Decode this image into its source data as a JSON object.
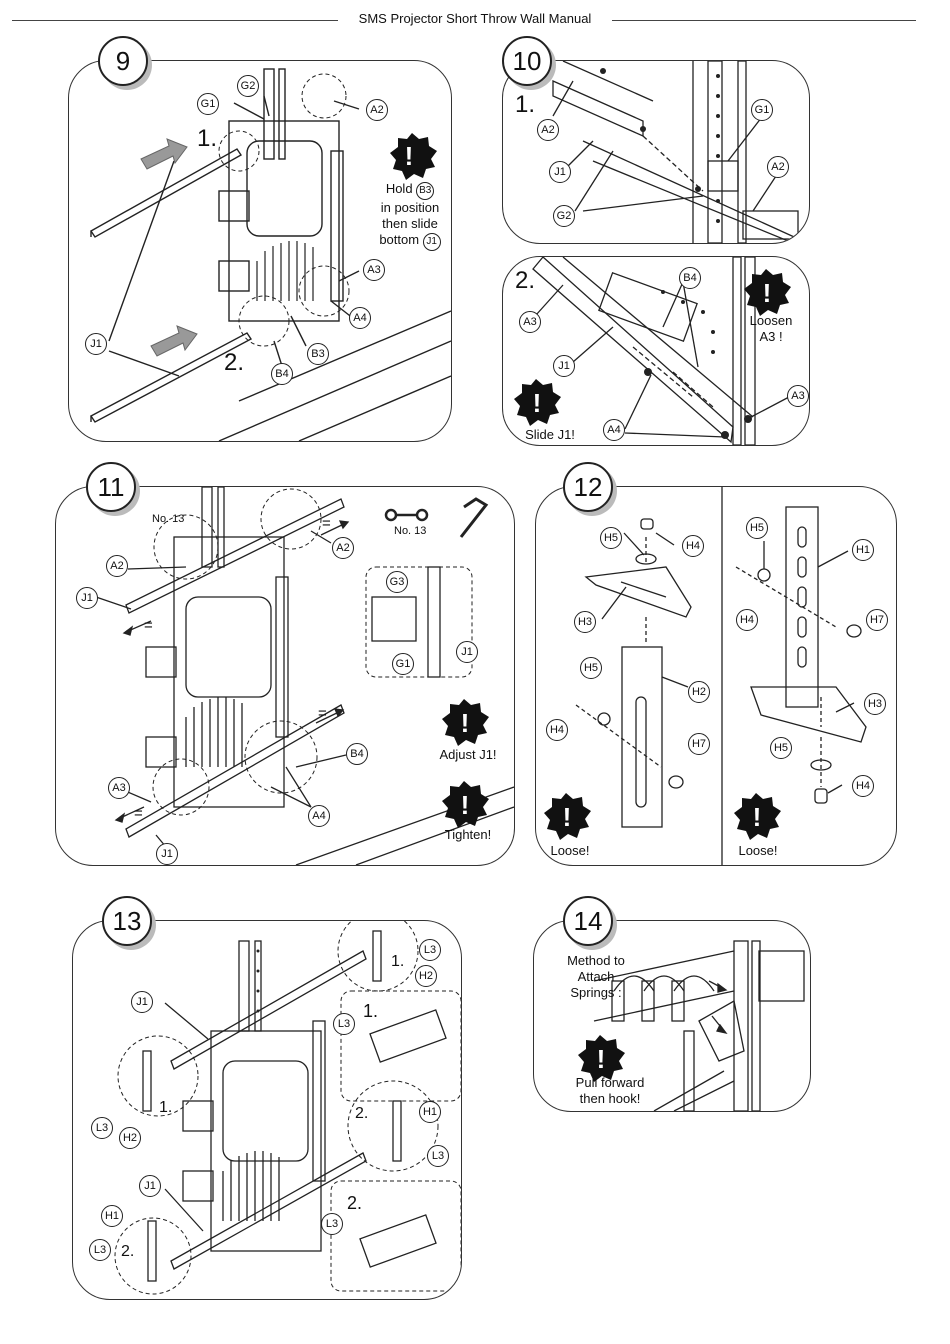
{
  "header": {
    "title": "SMS Projector Short Throw Wall Manual"
  },
  "steps": {
    "s9": {
      "num": "9",
      "sub1": "1.",
      "sub2": "2.",
      "labels": {
        "g1": "G1",
        "g2": "G2",
        "a2": "A2",
        "a3": "A3",
        "a4": "A4",
        "b3": "B3",
        "b4": "B4",
        "j1": "J1"
      },
      "note": {
        "l1": "Hold",
        "b3": "B3",
        "l2": "in position",
        "l3": "then slide",
        "l4": "bottom",
        "j1": "J1"
      }
    },
    "s10": {
      "num": "10",
      "sub1": "1.",
      "sub2": "2.",
      "labels": {
        "a2": "A2",
        "j1": "J1",
        "g2": "G2",
        "g1": "G1",
        "a2b": "A2",
        "a3": "A3",
        "b4": "B4",
        "j1b": "J1",
        "a4": "A4",
        "a3b": "A3"
      },
      "note_loosen": "Loosen\nA3 !",
      "note_slide": "Slide J1!"
    },
    "s11": {
      "num": "11",
      "labels": {
        "no13a": "No. 13",
        "no13b": "No. 13",
        "a2a": "A2",
        "a2b": "A2",
        "j1a": "J1",
        "j1b": "J1",
        "j1c": "J1",
        "g3": "G3",
        "g1": "G1",
        "b4": "B4",
        "a3": "A3",
        "a4": "A4",
        "eq1": "=",
        "eq2": "=",
        "eq3": "=",
        "eq4": "="
      },
      "note_adjust": "Adjust J1!",
      "note_tighten": "Tighten!"
    },
    "s12": {
      "num": "12",
      "labels": {
        "h5a": "H5",
        "h4a": "H4",
        "h3a": "H3",
        "h2": "H2",
        "h5b": "H5",
        "h4b": "H4",
        "h7a": "H7",
        "h5c": "H5",
        "h1": "H1",
        "h4c": "H4",
        "h7b": "H7",
        "h3b": "H3",
        "h5d": "H5",
        "h4d": "H4"
      },
      "note_left": "Loose!",
      "note_right": "Loose!"
    },
    "s13": {
      "num": "13",
      "labels": {
        "j1a": "J1",
        "j1b": "J1",
        "l3a": "L3",
        "h2a": "H2",
        "l3b": "L3",
        "l3c": "L3",
        "h2b": "H2",
        "h1a": "H1",
        "l3d": "L3",
        "h1b": "H1",
        "l3e": "L3",
        "l3f": "L3"
      },
      "subs": {
        "s1a": "1.",
        "s1b": "1.",
        "s1c": "1.",
        "s2a": "2.",
        "s2b": "2.",
        "s2c": "2."
      }
    },
    "s14": {
      "num": "14",
      "note_method": "Method to\nAttach\nSprings :",
      "note_pull": "Pull forward\nthen hook!"
    }
  },
  "colors": {
    "line": "#222222",
    "shadow": "#bbbbbb",
    "arrow": "#999999"
  },
  "icons": {
    "warning": "warning-burst-icon",
    "wrench": "wrench-icon",
    "hex_key": "hex-key-icon"
  }
}
